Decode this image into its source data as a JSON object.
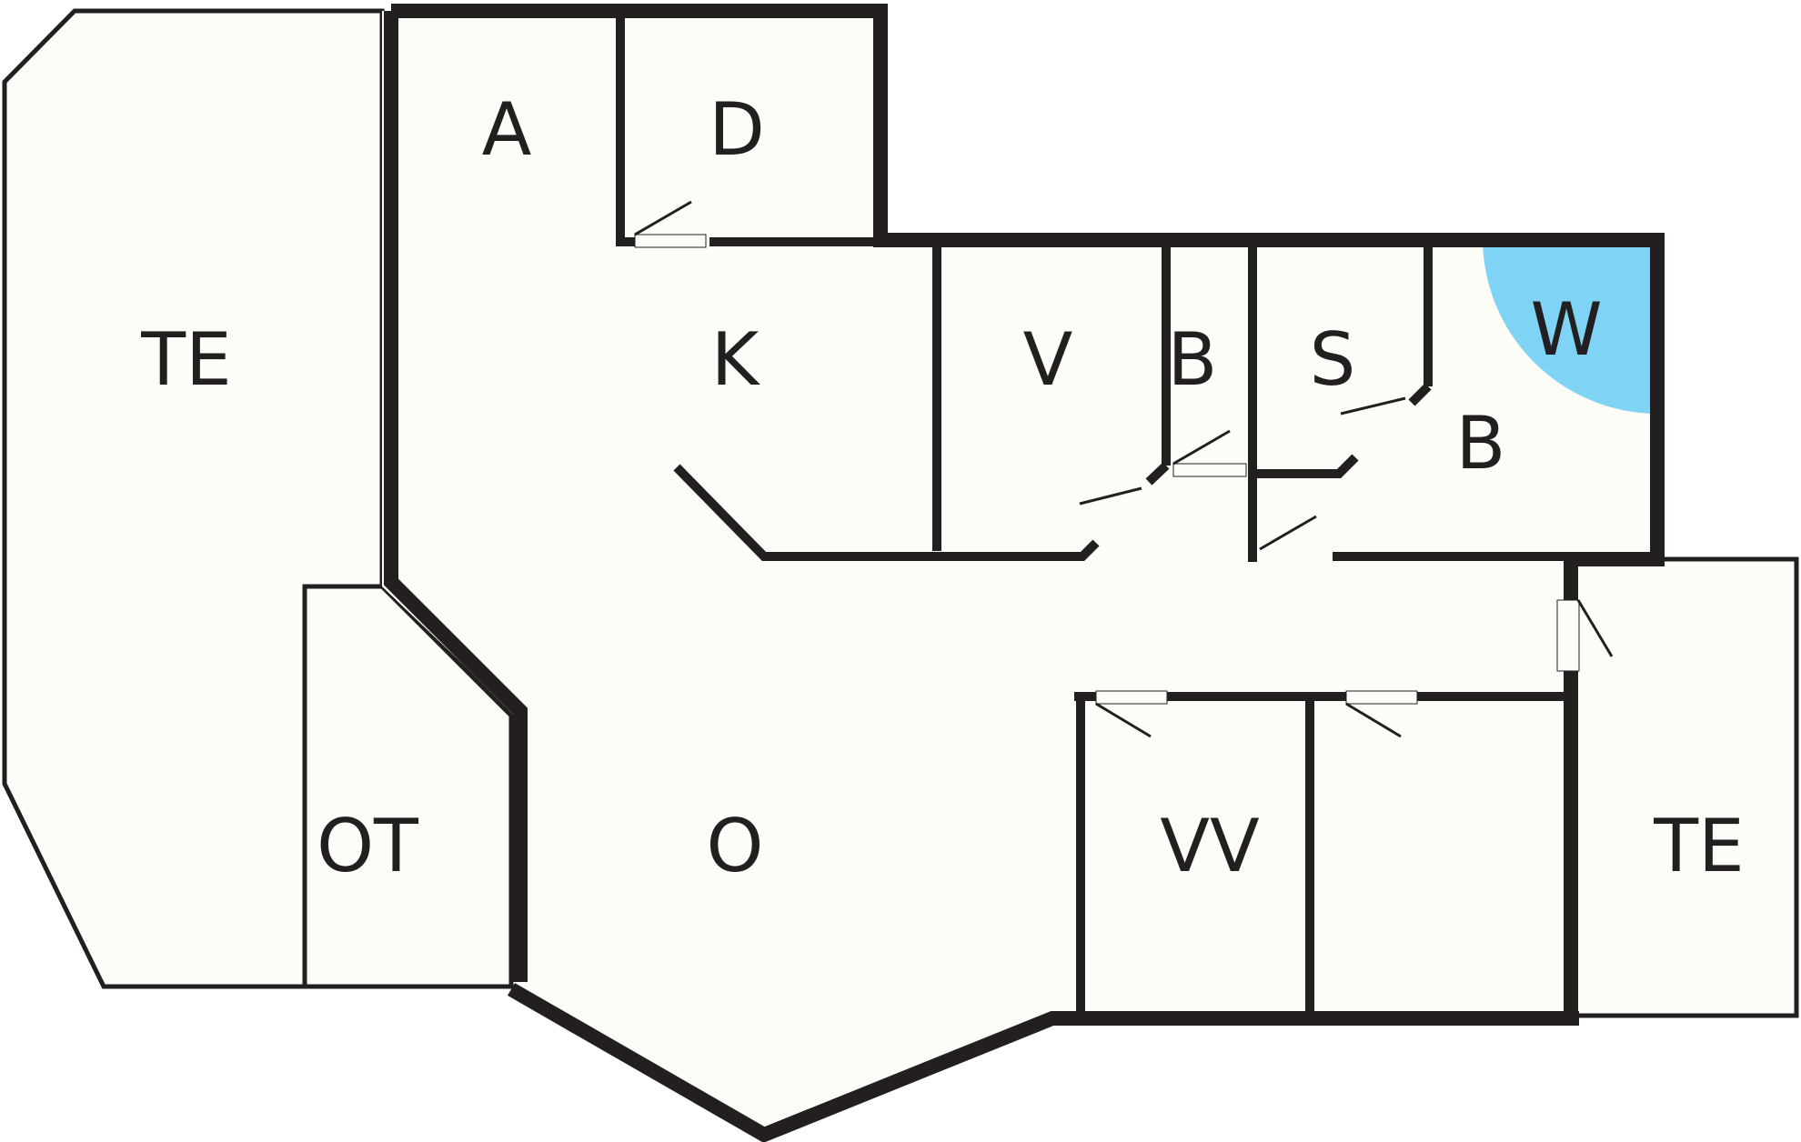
{
  "diagram": {
    "type": "floor-plan",
    "wet_area_color": "#7fd4f5",
    "wall_color": "#231f20",
    "floor_color": "#fdfdf7",
    "rooms": [
      {
        "id": "terrace-west",
        "label": "TE"
      },
      {
        "id": "outdoor-storage",
        "label": "OT"
      },
      {
        "id": "entrance",
        "label": "A"
      },
      {
        "id": "storage-d",
        "label": "D"
      },
      {
        "id": "kitchen",
        "label": "K"
      },
      {
        "id": "laundry",
        "label": "V"
      },
      {
        "id": "bathroom-small",
        "label": "B"
      },
      {
        "id": "storage-s",
        "label": "S"
      },
      {
        "id": "bathroom",
        "label": "B"
      },
      {
        "id": "shower",
        "label": "W"
      },
      {
        "id": "living",
        "label": "O"
      },
      {
        "id": "bedrooms",
        "label": "VV"
      },
      {
        "id": "terrace-east",
        "label": "TE"
      }
    ]
  }
}
